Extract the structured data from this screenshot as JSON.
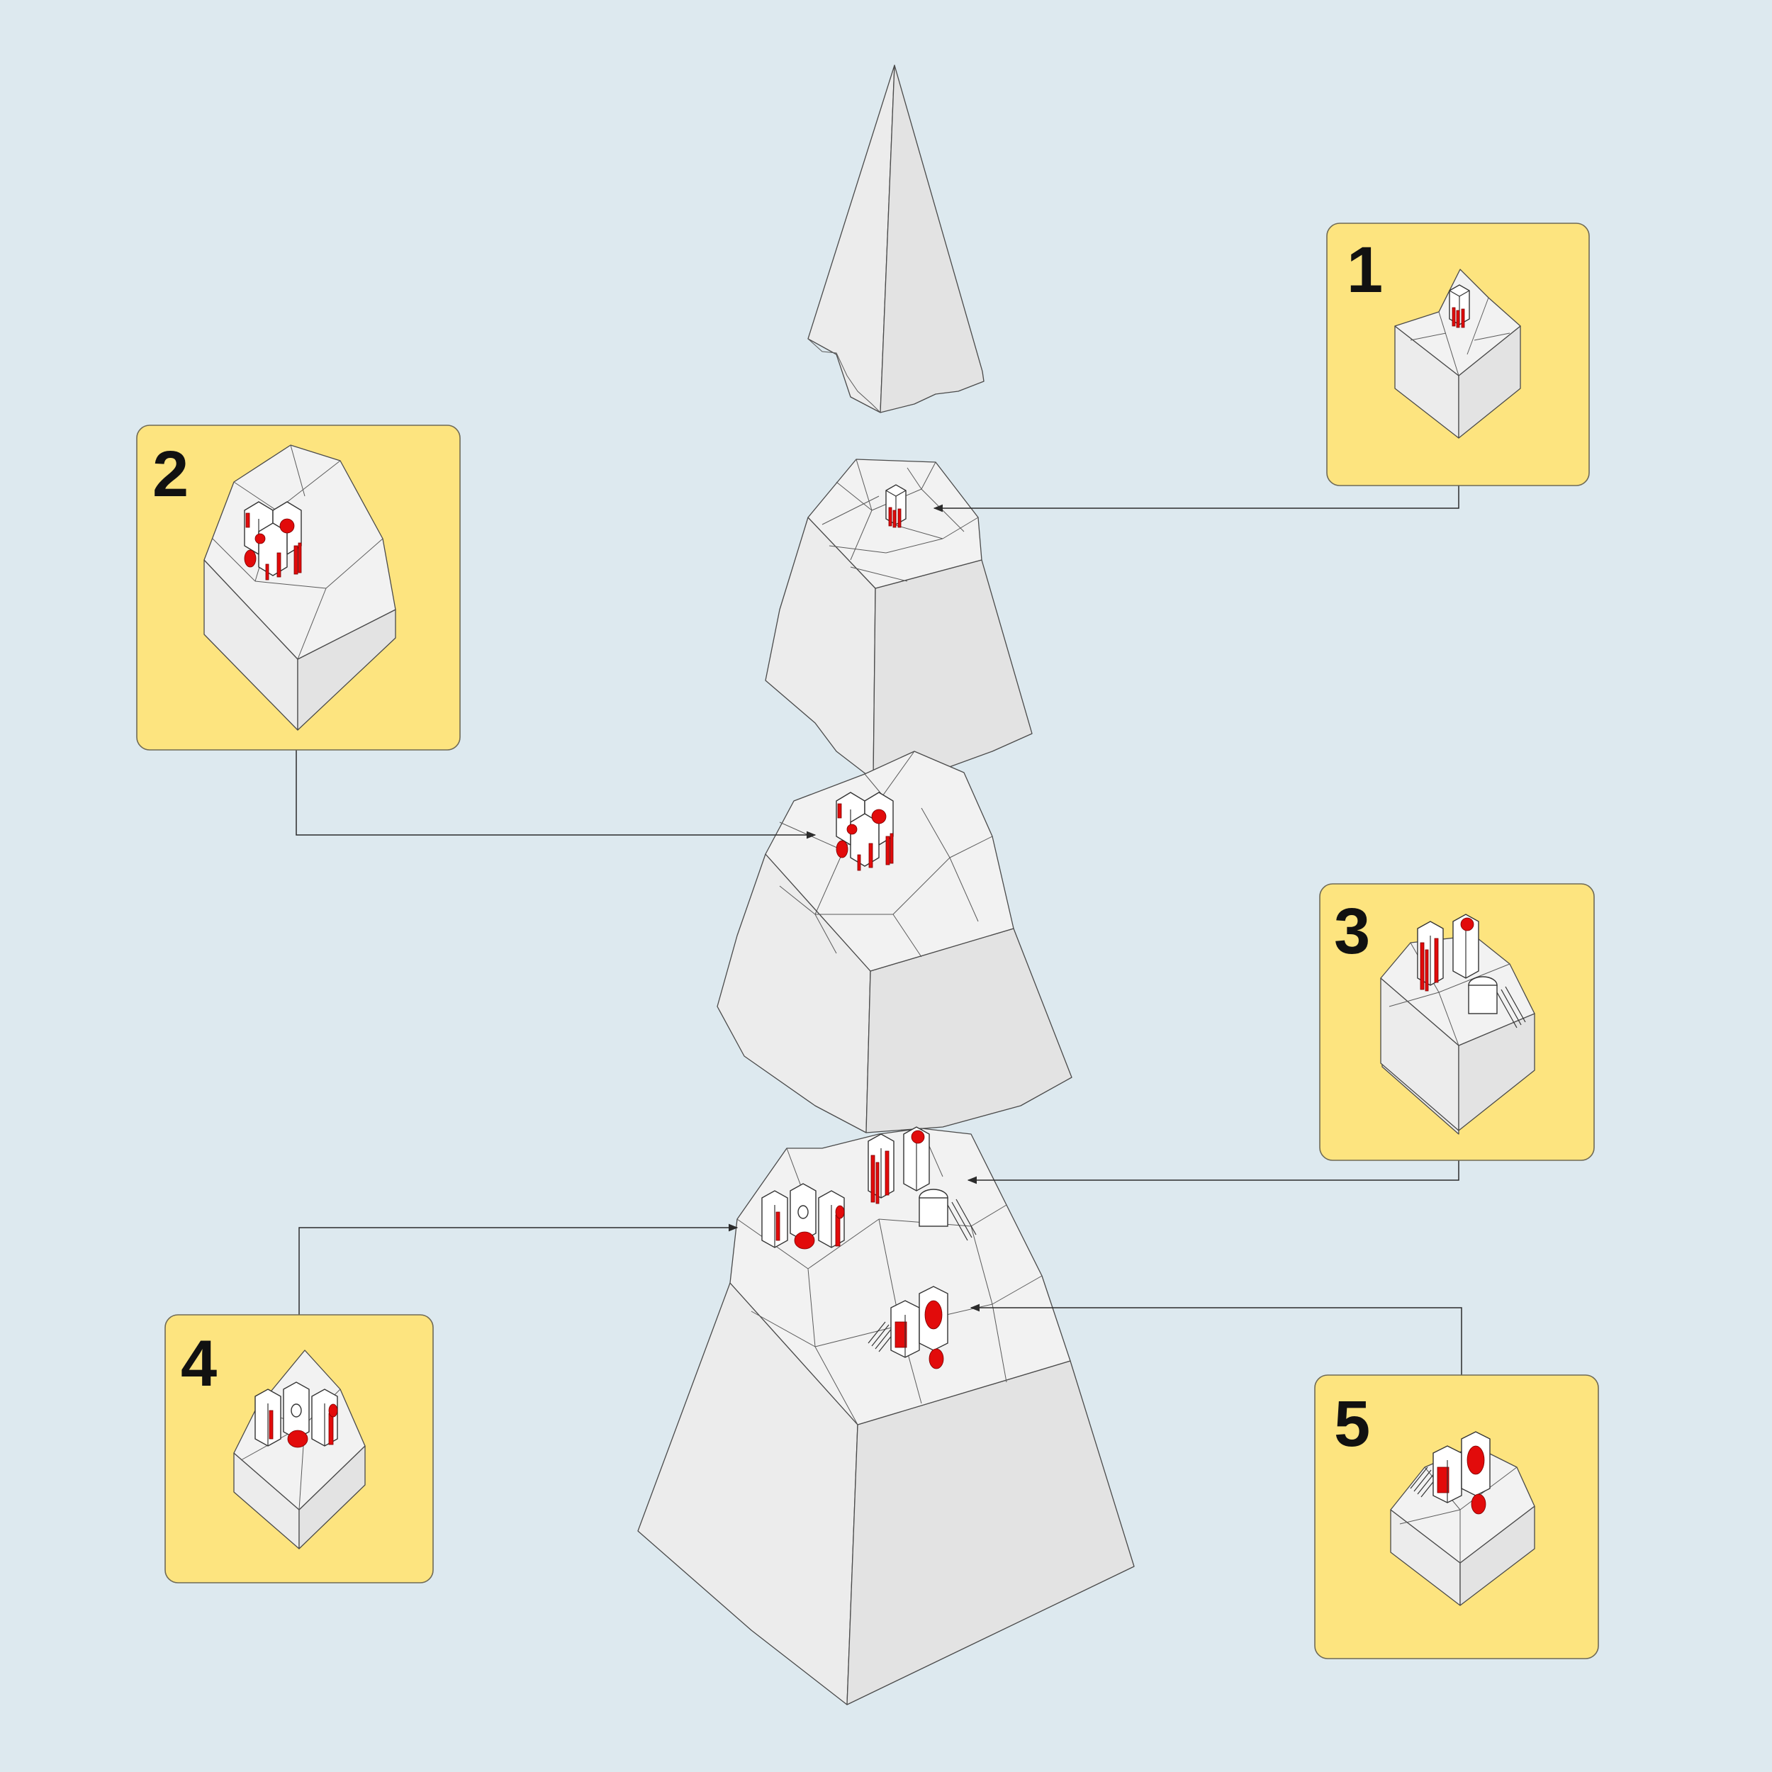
{
  "colors": {
    "background": "#dde9ef",
    "callout_fill": "#fde47f",
    "terrain": "#f2f2f2",
    "building_accent": "#e20b0b"
  },
  "callouts": [
    {
      "number": "1"
    },
    {
      "number": "2"
    },
    {
      "number": "3"
    },
    {
      "number": "4"
    },
    {
      "number": "5"
    }
  ]
}
